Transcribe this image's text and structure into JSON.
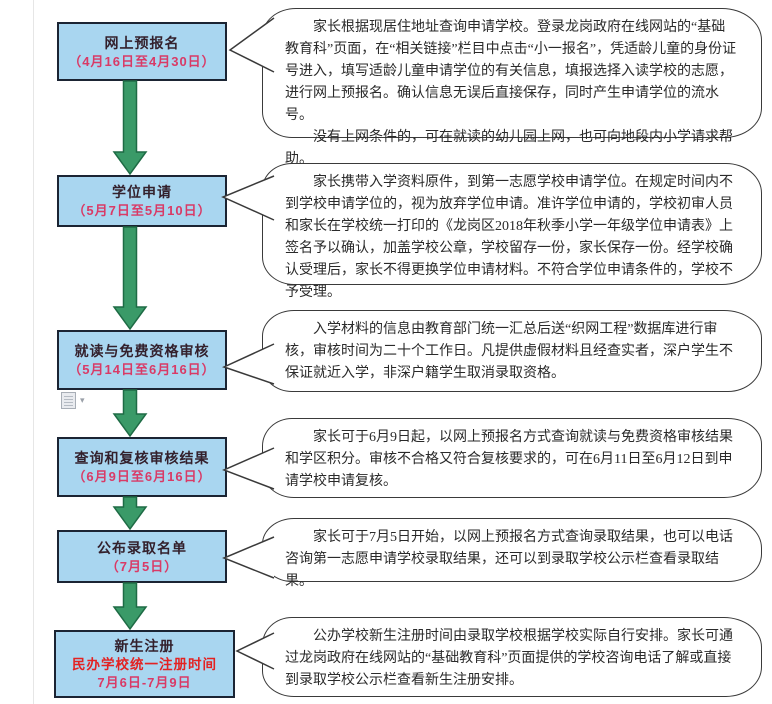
{
  "steps": [
    {
      "title": "网上预报名",
      "date": "（4月16日至4月30日）",
      "paragraphs": [
        "家长根据现居住地址查询申请学校。登录龙岗政府在线网站的“基础教育科”页面，在“相关链接”栏目中点击“小一报名”，凭适龄儿童的身份证号进入，填写适龄儿童申请学位的有关信息，填报选择入读学校的志愿，进行网上预报名。确认信息无误后直接保存，同时产生申请学位的流水号。",
        "没有上网条件的，可在就读的幼儿园上网，也可向地段内小学请求帮助。"
      ]
    },
    {
      "title": "学位申请",
      "date": "（5月7日至5月10日）",
      "paragraphs": [
        "家长携带入学资料原件，到第一志愿学校申请学位。在规定时间内不到学校申请学位的，视为放弃学位申请。准许学位申请的，学校初审人员和家长在学校统一打印的《龙岗区2018年秋季小学一年级学位申请表》上签名予以确认，加盖学校公章，学校留存一份，家长保存一份。经学校确认受理后，家长不得更换学位申请材料。不符合学位申请条件的，学校不予受理。"
      ]
    },
    {
      "title": "就读与免费资格审核",
      "date": "（5月14日至6月16日）",
      "paragraphs": [
        "入学材料的信息由教育部门统一汇总后送“织网工程”数据库进行审核，审核时间为二十个工作日。凡提供虚假材料且经查实者，深户学生不保证就近入学，非深户籍学生取消录取资格。"
      ]
    },
    {
      "title": "查询和复核审核结果",
      "date": "（6月9日至6月16日）",
      "paragraphs": [
        "家长可于6月9日起，以网上预报名方式查询就读与免费资格审核结果和学区积分。审核不合格又符合复核要求的，可在6月11日至6月12日到申请学校申请复核。"
      ]
    },
    {
      "title": "公布录取名单",
      "date": "（7月5日）",
      "paragraphs": [
        "家长可于7月5日开始，以网上预报名方式查询录取结果，也可以电话咨询第一志愿申请学校录取结果，还可以到录取学校公示栏查看录取结果。"
      ]
    },
    {
      "title": "新生注册",
      "subtitle": "民办学校统一注册时间",
      "date": "7月6日-7月9日",
      "paragraphs": [
        "公办学校新生注册时间由录取学校根据学校实际自行安排。家长可通过龙岗政府在线网站的“基础教育科”页面提供的学校咨询电话了解或直接到录取学校公示栏查看新生注册安排。"
      ]
    }
  ],
  "colors": {
    "box_fill": "#a9d6f0",
    "box_border": "#1b2433",
    "title_text": "#33202c",
    "date_text": "#d93a66",
    "highlight_red": "#e32222",
    "arrow_fill": "#3a9a68",
    "arrow_border": "#1e6b45",
    "bubble_border": "#3a3a3a",
    "bubble_fill": "#ffffff"
  },
  "icons": {
    "arrow_down": "green-down-arrow",
    "callout_tail": "speech-bubble-pointer",
    "paste_options": "clipboard-paste",
    "dropdown": "chevron-down"
  }
}
